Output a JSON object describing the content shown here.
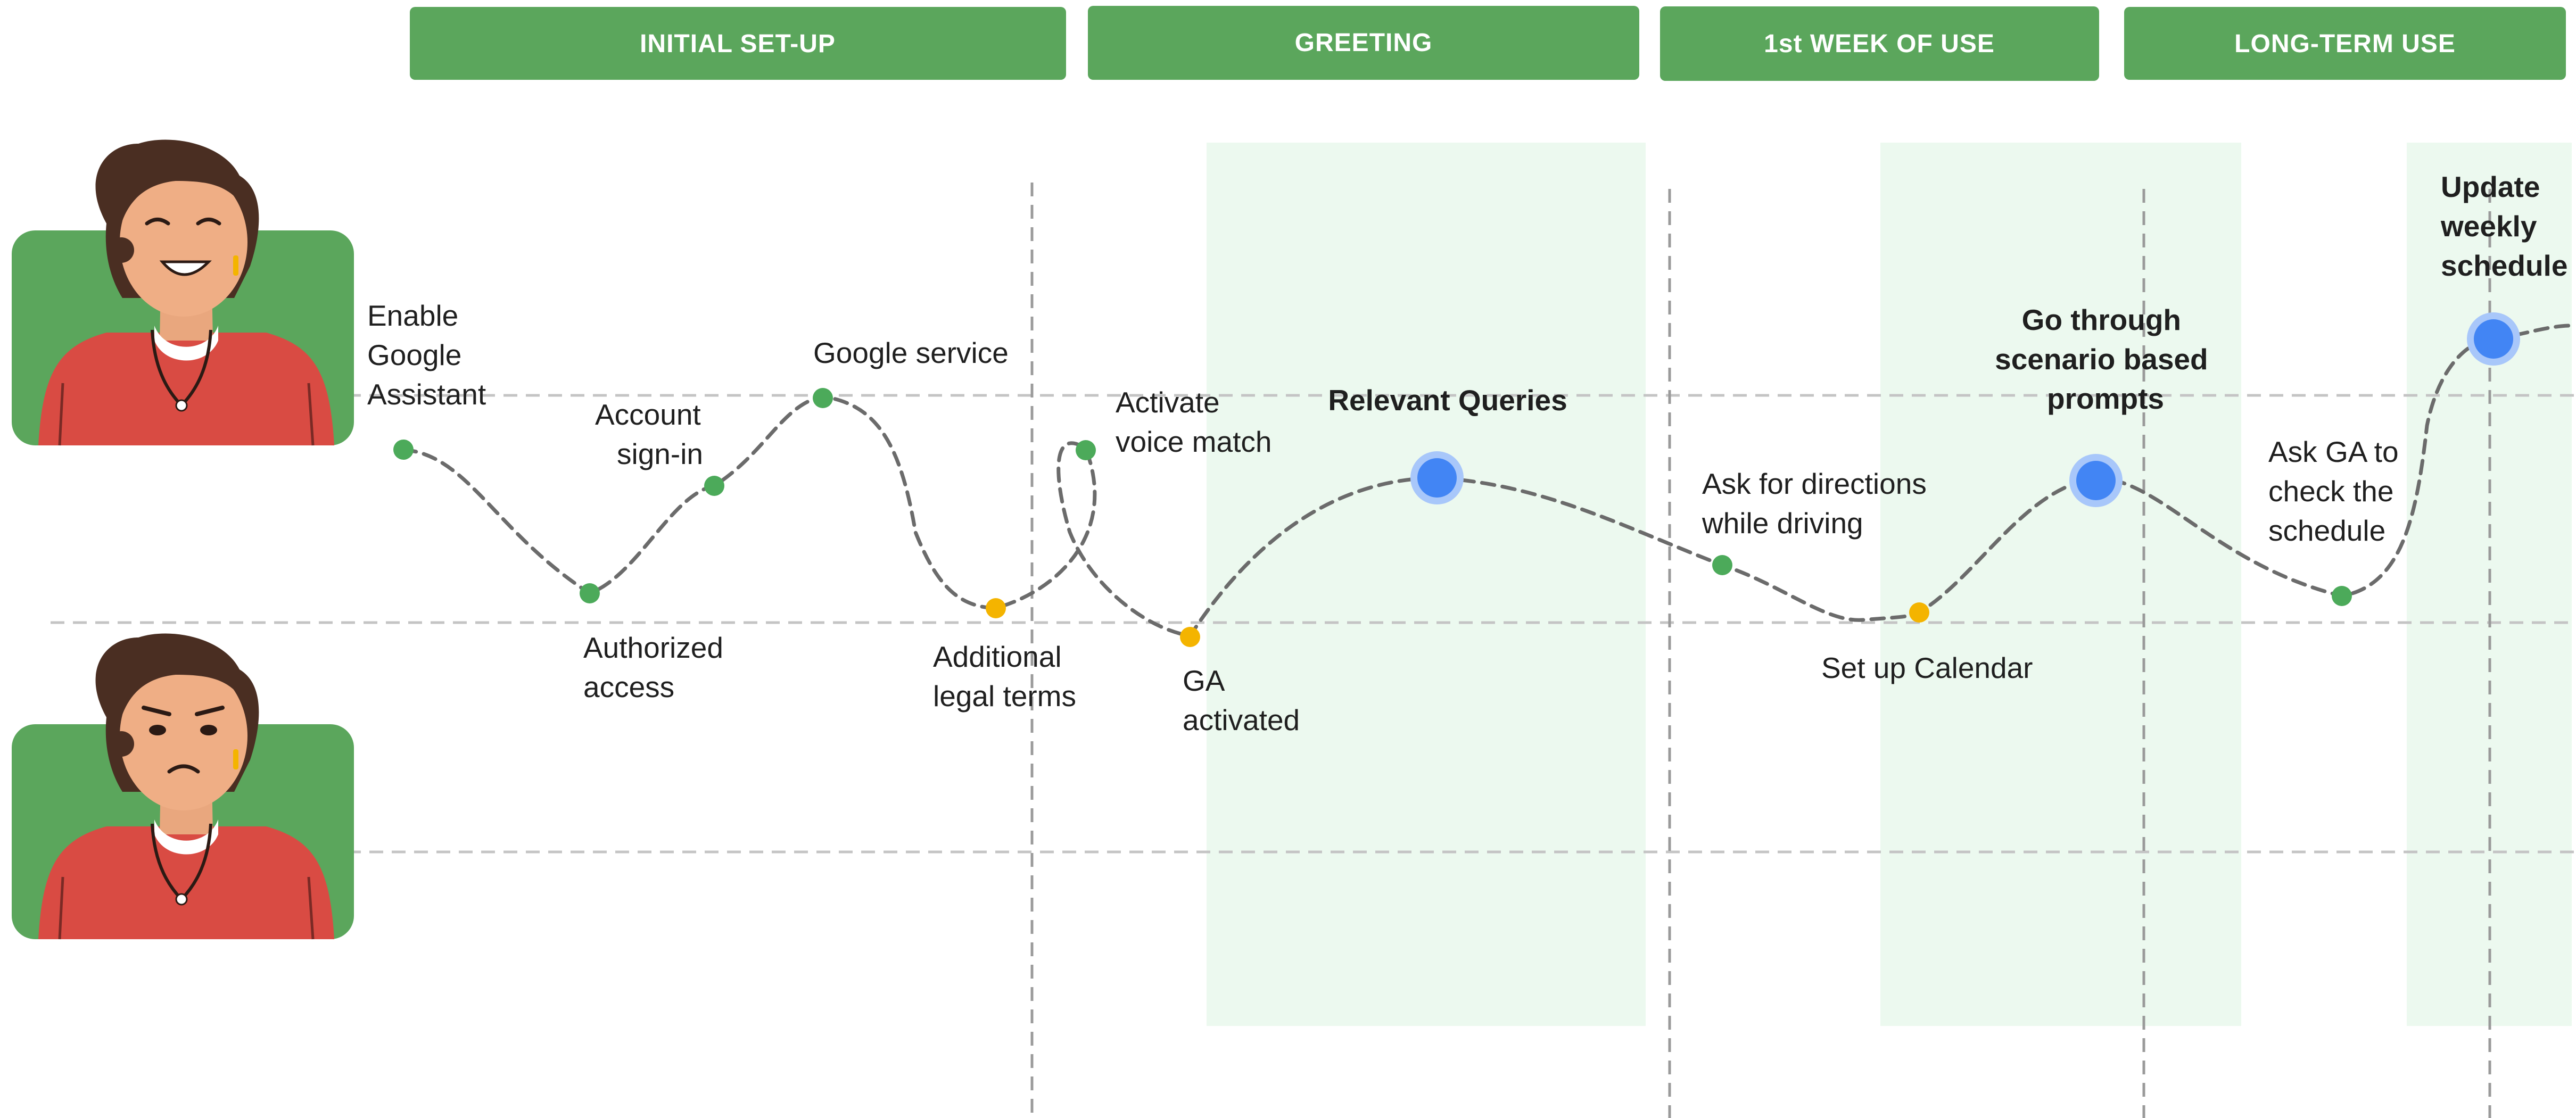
{
  "phases": [
    {
      "label": "INITIAL SET-UP"
    },
    {
      "label": "GREETING"
    },
    {
      "label": "1st WEEK OF USE"
    },
    {
      "label": "LONG-TERM USE"
    }
  ],
  "personas": [
    {
      "mood": "happy",
      "icon": "happy-woman-avatar"
    },
    {
      "mood": "frustrated",
      "icon": "frustrated-woman-avatar"
    }
  ],
  "steps": [
    {
      "lines": [
        "Enable",
        "Google",
        "Assistant"
      ],
      "kind": "minor",
      "color": "#4caa5a",
      "emphasis": false
    },
    {
      "lines": [
        "Authorized",
        "access"
      ],
      "kind": "minor",
      "color": "#4caa5a",
      "emphasis": false
    },
    {
      "lines": [
        "Account",
        "sign-in"
      ],
      "kind": "minor",
      "color": "#4caa5a",
      "emphasis": false
    },
    {
      "lines": [
        "Google service"
      ],
      "kind": "minor",
      "color": "#4caa5a",
      "emphasis": false
    },
    {
      "lines": [
        "Additional",
        "legal terms"
      ],
      "kind": "minor",
      "color": "#f4b400",
      "emphasis": false
    },
    {
      "lines": [
        "Activate",
        "voice match"
      ],
      "kind": "minor",
      "color": "#4caa5a",
      "emphasis": false
    },
    {
      "lines": [
        "GA",
        "activated"
      ],
      "kind": "minor",
      "color": "#f4b400",
      "emphasis": false
    },
    {
      "lines": [
        "Relevant Queries"
      ],
      "kind": "key",
      "color": "#4285f4",
      "emphasis": true
    },
    {
      "lines": [
        "Ask for directions",
        "while driving"
      ],
      "kind": "minor",
      "color": "#4caa5a",
      "emphasis": false
    },
    {
      "lines": [
        "Set up Calendar"
      ],
      "kind": "minor",
      "color": "#f4b400",
      "emphasis": false
    },
    {
      "lines": [
        "Go through",
        "scenario based",
        "prompts"
      ],
      "kind": "key",
      "color": "#4285f4",
      "emphasis": true
    },
    {
      "lines": [
        "Ask GA to",
        "check the",
        "schedule"
      ],
      "kind": "minor",
      "color": "#4caa5a",
      "emphasis": false
    },
    {
      "lines": [
        "Update",
        "weekly",
        "schedule"
      ],
      "kind": "key",
      "color": "#4285f4",
      "emphasis": true
    }
  ],
  "colors": {
    "phase_header": "#5ba65c",
    "highlight_band": "#ecf9ef",
    "path": "#6b6b6b",
    "guide": "#c4c4c4",
    "divider": "#9a9a9a",
    "avatar_bg": "#5ba65c"
  }
}
